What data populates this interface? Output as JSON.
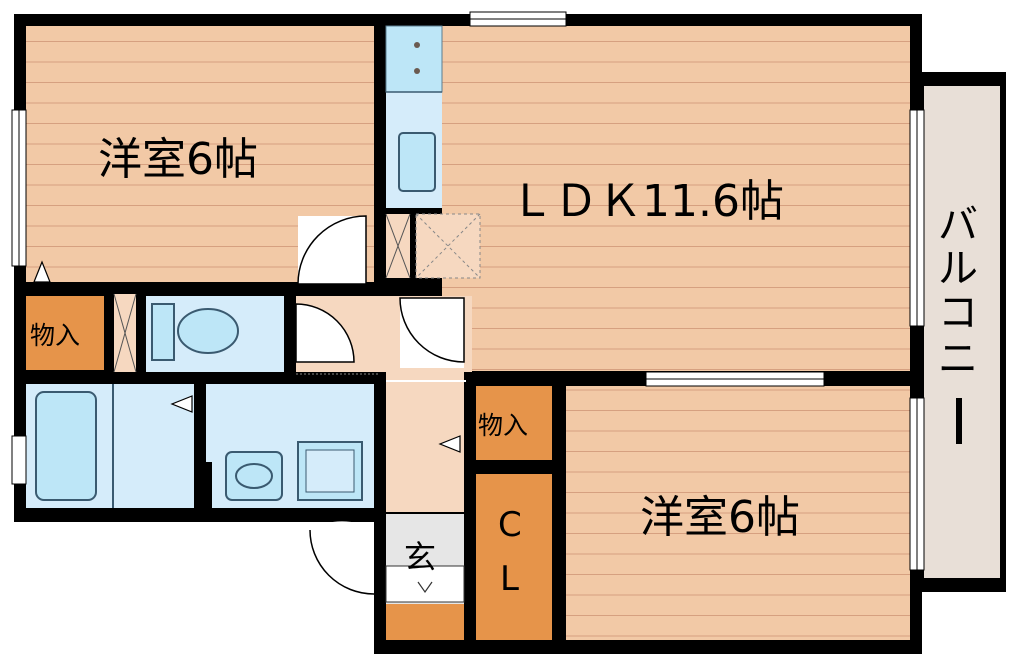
{
  "rooms": {
    "western_room_upper": "洋室6帖",
    "ldk": "ＬＤＫ11.6帖",
    "western_room_lower": "洋室6帖",
    "storage_left": "物入",
    "storage_center": "物入",
    "closet": [
      "C",
      "L"
    ],
    "entrance": "玄",
    "balcony": [
      "バ",
      "ル",
      "コ",
      "ニ",
      "ー"
    ]
  },
  "colors": {
    "wood_floor": "#f2c9a6",
    "floor_lines": "#d6a080",
    "tile_blue": "#d5ecfa",
    "fixture_blue": "#bde6f7",
    "storage_orange": "#e6944a",
    "hall_floor": "#f6d8c0",
    "balcony_gray": "#e8dfd7",
    "wall": "#000000",
    "entrance_gray": "#e6e6e6"
  }
}
